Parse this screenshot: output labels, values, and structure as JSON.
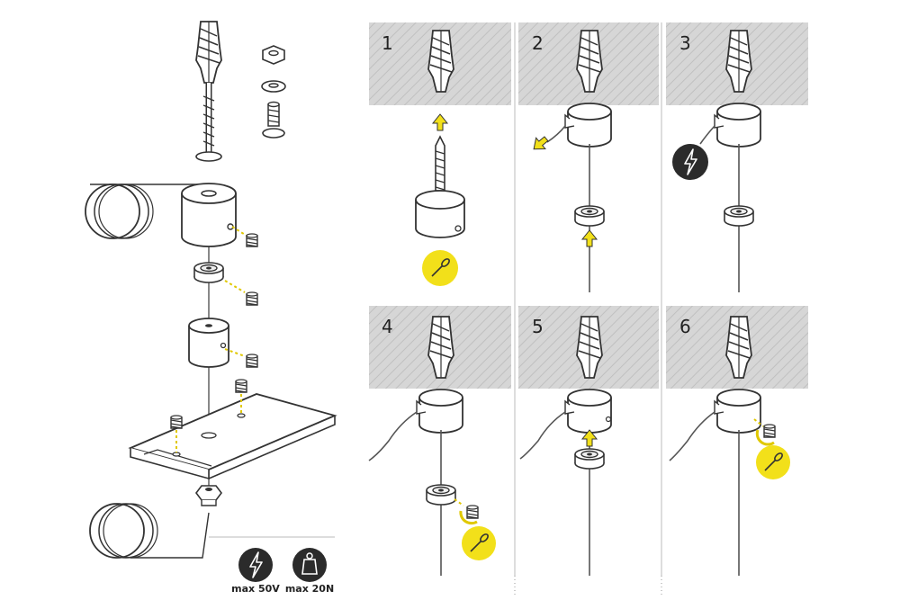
{
  "colors": {
    "panel_bg": "#d6d6d6",
    "hatch": "#c3c3c3",
    "line": "#333333",
    "accent_yellow": "#f2e01a",
    "badge_dark": "#2b2b2b",
    "divider": "#bbbbbb"
  },
  "steps": [
    {
      "number": "1",
      "icons": [
        "arrow-up-icon",
        "screwdriver-icon"
      ]
    },
    {
      "number": "2",
      "icons": [
        "arrow-down-left-icon",
        "arrow-up-icon"
      ]
    },
    {
      "number": "3",
      "icons": [
        "lightning-icon"
      ]
    },
    {
      "number": "4",
      "icons": [
        "rotate-icon",
        "screwdriver-icon"
      ]
    },
    {
      "number": "5",
      "icons": [
        "arrow-up-icon"
      ]
    },
    {
      "number": "6",
      "icons": [
        "rotate-icon",
        "screwdriver-icon"
      ]
    }
  ],
  "specs": [
    {
      "icon": "lightning-icon",
      "label": "max 50V"
    },
    {
      "icon": "weight-icon",
      "label": "max 20N"
    }
  ]
}
